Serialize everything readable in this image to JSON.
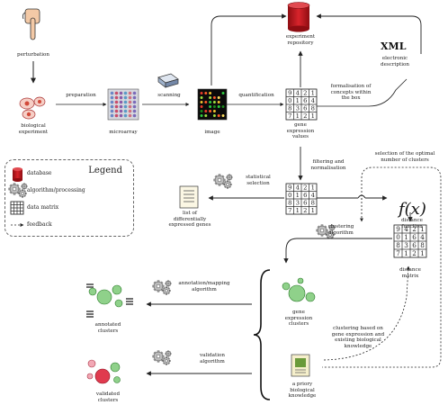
{
  "labels": {
    "perturbation": "perturbation",
    "biological_experiment": "biological\nexperiment",
    "preparation": "preparation",
    "microarray": "microarray",
    "scanning": "scanning",
    "image": "image",
    "quantification": "quantification",
    "experiment_repository": "experiment\nrepository",
    "xml": "XML",
    "electronic_description": "electronic\ndescription",
    "formalisation": "formalisation of\nconcepts within\nthe box",
    "gene_expression_values": "gene\nexpression\nvalues",
    "filtering": "filtering and\nnormalisation",
    "selection_optimal": "selection of the optimal\nnumber of clusters",
    "statistical_selection": "statistical\nselection",
    "list_genes": "list of\ndifferentially\nexpressed genes",
    "fx": "f(x)",
    "distance_function": "distance\nfunction",
    "clustering_algorithm": "clustering\nalgorithm",
    "distance_matrix": "distance\nmatrix",
    "annotation_algorithm": "annotation/mapping\nalgorithm",
    "annotated_clusters": "annotated\nclusters",
    "gene_expression_clusters": "gene\nexpression\nclusters",
    "clustering_based": "clustering based on\ngene expression and\nexisting biological\nknowledge",
    "validation_algorithm": "validation\nalgorithm",
    "validated_clusters": "validated\nclusters",
    "a_priori": "a priory\nbiological\nknowledge"
  },
  "legend": {
    "title": "Legend",
    "items": [
      "database",
      "algorithm/processing",
      "data matrix",
      "feedback"
    ]
  },
  "matrix": {
    "rows": [
      [
        "9",
        "4",
        "2",
        "1"
      ],
      [
        "0",
        "1",
        "6",
        "4"
      ],
      [
        "8",
        "3",
        "6",
        "8"
      ],
      [
        "7",
        "1",
        "2",
        "1"
      ]
    ]
  },
  "colors": {
    "database_red": "#c8161d",
    "cluster_green": "#8fd18a",
    "cluster_red": "#e03a4e",
    "cluster_pink": "#f2a8b5"
  }
}
